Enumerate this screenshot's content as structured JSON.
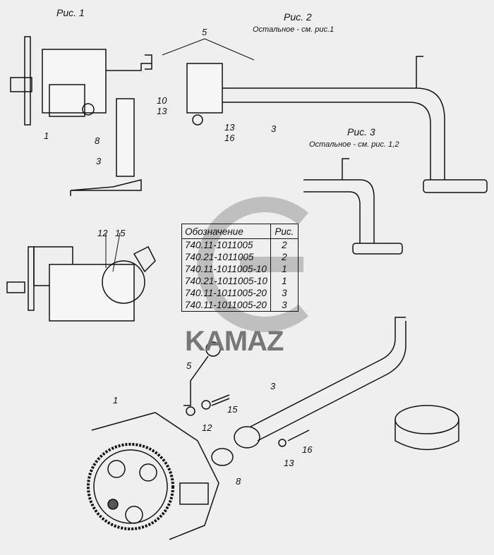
{
  "figures": {
    "fig1": {
      "title": "Рис. 1"
    },
    "fig2": {
      "title": "Рис. 2",
      "note": "Остальное - см. рис.1"
    },
    "fig3": {
      "title": "Рис. 3",
      "note": "Остальное - см. рис. 1,2"
    }
  },
  "table": {
    "headers": [
      "Обозначение",
      "Рис."
    ],
    "rows": [
      [
        "740.11-1011005",
        "2"
      ],
      [
        "740.21-1011005",
        "2"
      ],
      [
        "740.11-1011005-10",
        "1"
      ],
      [
        "740.21-1011005-10",
        "1"
      ],
      [
        "740.11-1011005-20",
        "3"
      ],
      [
        "740.11-1011005-20",
        "3"
      ]
    ]
  },
  "logo": "KAMAZ",
  "callouts": {
    "f1": [
      "1",
      "8",
      "10",
      "13",
      "3"
    ],
    "f2": [
      "5",
      "13",
      "16",
      "3"
    ],
    "side": [
      "12",
      "15"
    ],
    "exploded": [
      "5",
      "15",
      "12",
      "3",
      "1",
      "8",
      "13",
      "16"
    ]
  },
  "colors": {
    "background": "#efefef",
    "line": "#111111",
    "watermark": "#777777"
  }
}
